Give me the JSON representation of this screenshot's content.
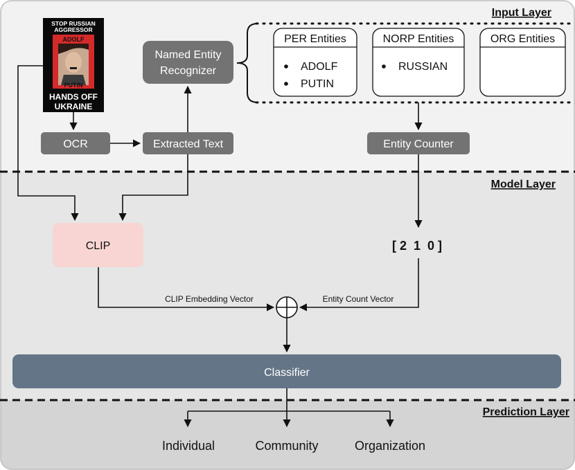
{
  "layers": {
    "input": "Input Layer",
    "model": "Model Layer",
    "prediction": "Prediction Layer"
  },
  "meme": {
    "top_line1": "STOP RUSSIAN",
    "top_line2": "AGGRESSOR",
    "name1": "ADOLF",
    "name2": "PUTIN",
    "bottom_line1": "HANDS OFF",
    "bottom_line2": "UKRAINE"
  },
  "nodes": {
    "ner_line1": "Named Entity",
    "ner_line2": "Recognizer",
    "ocr": "OCR",
    "extracted_text": "Extracted Text",
    "entity_counter": "Entity Counter",
    "clip": "CLIP",
    "count_vector": "[ 2  1  0 ]",
    "classifier": "Classifier"
  },
  "entities": {
    "per": {
      "title": "PER Entities",
      "items": [
        "ADOLF",
        "PUTIN"
      ]
    },
    "norp": {
      "title": "NORP Entities",
      "items": [
        "RUSSIAN"
      ]
    },
    "org": {
      "title": "ORG Entities",
      "items": []
    }
  },
  "edges": {
    "clip_embedding": "CLIP Embedding Vector",
    "entity_count": "Entity Count Vector"
  },
  "outputs": [
    "Individual",
    "Community",
    "Organization"
  ],
  "colors": {
    "input_bg": "#f2f2f2",
    "model_bg": "#e6e6e6",
    "prediction_bg": "#d4d4d4",
    "node_gray": "#737373",
    "clip_fill": "#f8d5d3",
    "classifier_fill": "#647587",
    "meme_red": "#d42a2a"
  }
}
